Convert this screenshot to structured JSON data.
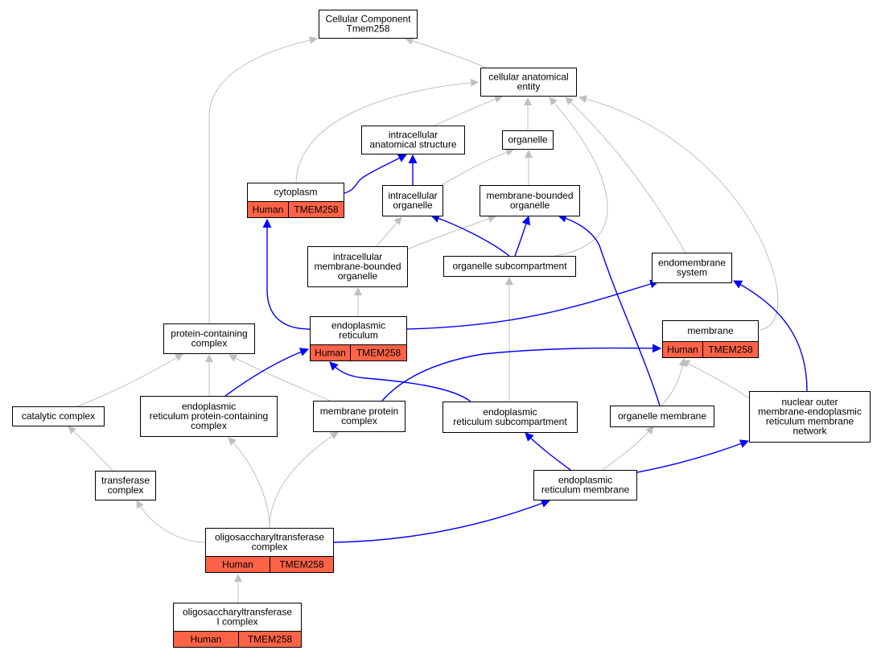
{
  "colors": {
    "gray_edge": "#c0c0c0",
    "blue_edge": "#0000ff",
    "tag_fill": "#ff6347"
  },
  "nodes": {
    "cellular_component": {
      "lines": [
        "Cellular Component",
        "Tmem258"
      ]
    },
    "cellular_anatomical_entity": {
      "lines": [
        "cellular anatomical",
        "entity"
      ]
    },
    "intracellular_anatomical_structure": {
      "lines": [
        "intracellular",
        "anatomical structure"
      ]
    },
    "organelle": {
      "lines": [
        "organelle"
      ]
    },
    "cytoplasm": {
      "lines": [
        "cytoplasm"
      ],
      "tags": [
        "Human",
        "TMEM258"
      ]
    },
    "intracellular_organelle": {
      "lines": [
        "intracellular",
        "organelle"
      ]
    },
    "membrane_bounded_organelle": {
      "lines": [
        "membrane-bounded",
        "organelle"
      ]
    },
    "intracellular_membrane_bounded_organelle": {
      "lines": [
        "intracellular",
        "membrane-bounded",
        "organelle"
      ]
    },
    "organelle_subcompartment": {
      "lines": [
        "organelle subcompartment"
      ]
    },
    "endomembrane_system": {
      "lines": [
        "endomembrane",
        "system"
      ]
    },
    "endoplasmic_reticulum": {
      "lines": [
        "endoplasmic",
        "reticulum"
      ],
      "tags": [
        "Human",
        "TMEM258"
      ]
    },
    "membrane": {
      "lines": [
        "membrane"
      ],
      "tags": [
        "Human",
        "TMEM258"
      ]
    },
    "protein_containing_complex": {
      "lines": [
        "protein-containing",
        "complex"
      ]
    },
    "catalytic_complex": {
      "lines": [
        "catalytic complex"
      ]
    },
    "er_protein_containing_complex": {
      "lines": [
        "endoplasmic",
        "reticulum protein-containing",
        "complex"
      ]
    },
    "membrane_protein_complex": {
      "lines": [
        "membrane protein",
        "complex"
      ]
    },
    "er_subcompartment": {
      "lines": [
        "endoplasmic",
        "reticulum subcompartment"
      ]
    },
    "organelle_membrane": {
      "lines": [
        "organelle membrane"
      ]
    },
    "nuclear_outer_membrane_er_network": {
      "lines": [
        "nuclear outer",
        "membrane-endoplasmic",
        "reticulum membrane",
        "network"
      ]
    },
    "transferase_complex": {
      "lines": [
        "transferase",
        "complex"
      ]
    },
    "er_membrane": {
      "lines": [
        "endoplasmic",
        "reticulum membrane"
      ]
    },
    "ost_complex": {
      "lines": [
        "oligosaccharyltransferase",
        "complex"
      ],
      "tags": [
        "Human",
        "TMEM258"
      ]
    },
    "ost_i_complex": {
      "lines": [
        "oligosaccharyltransferase",
        "I complex"
      ],
      "tags": [
        "Human",
        "TMEM258"
      ]
    }
  }
}
